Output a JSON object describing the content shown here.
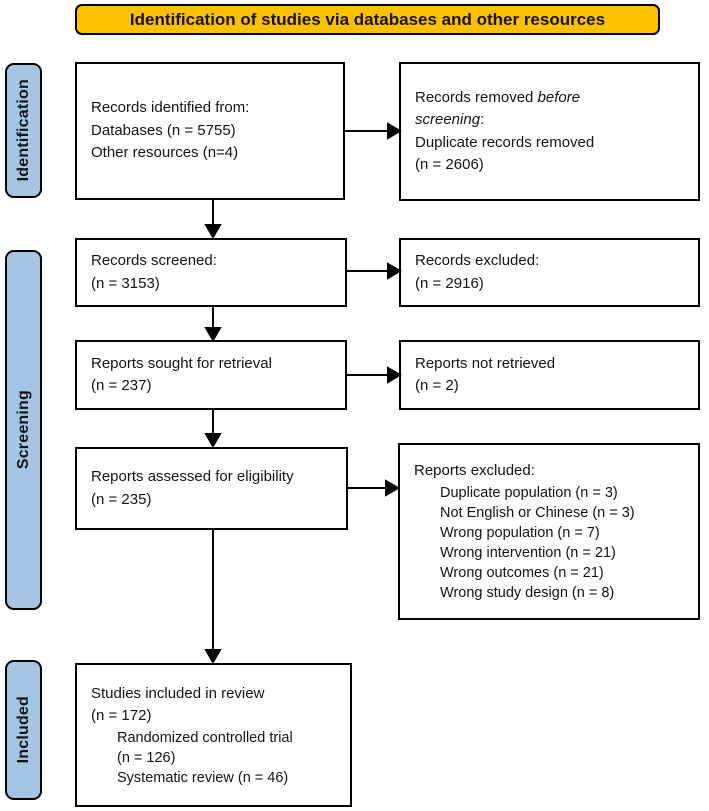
{
  "banner": {
    "title": "Identification of studies via databases and other resources"
  },
  "colors": {
    "banner_fill": "#FFC000",
    "stage_fill": "#A5C5E5",
    "box_fill": "#FFFFFF",
    "line_color": "#000000"
  },
  "stages": {
    "identification": "Identification",
    "screening": "Screening",
    "included": "Included"
  },
  "boxes": {
    "records_identified": {
      "lines": [
        "Records identified from:",
        "Databases (n = 5755)",
        "Other resources (n=4)"
      ]
    },
    "records_removed": {
      "l1_normal": "Records removed ",
      "l1_italic": "before",
      "l2_italic": "screening",
      "l2_normal": ":",
      "lines": [
        "Duplicate records removed",
        "(n = 2606)"
      ]
    },
    "records_screened": {
      "lines": [
        "Records screened:",
        "(n = 3153)"
      ]
    },
    "records_excluded": {
      "lines": [
        "Records excluded:",
        "(n = 2916)"
      ]
    },
    "reports_sought": {
      "lines": [
        "Reports sought for retrieval",
        "(n = 237)"
      ]
    },
    "reports_not_retrieved": {
      "lines": [
        "Reports not retrieved",
        "(n = 2)"
      ]
    },
    "reports_assessed": {
      "lines": [
        "Reports assessed for eligibility",
        "(n = 235)"
      ]
    },
    "reports_excluded": {
      "heading": "Reports excluded:",
      "items": [
        "Duplicate population (n = 3)",
        "Not English or Chinese (n = 3)",
        "Wrong population (n = 7)",
        "Wrong intervention (n = 21)",
        "Wrong outcomes (n = 21)",
        "Wrong study design (n = 8)"
      ]
    },
    "studies_included": {
      "lines": [
        "Studies included in review",
        "(n = 172)"
      ],
      "items": [
        "Randomized controlled trial",
        "(n = 126)",
        "Systematic review (n = 46)"
      ]
    }
  }
}
